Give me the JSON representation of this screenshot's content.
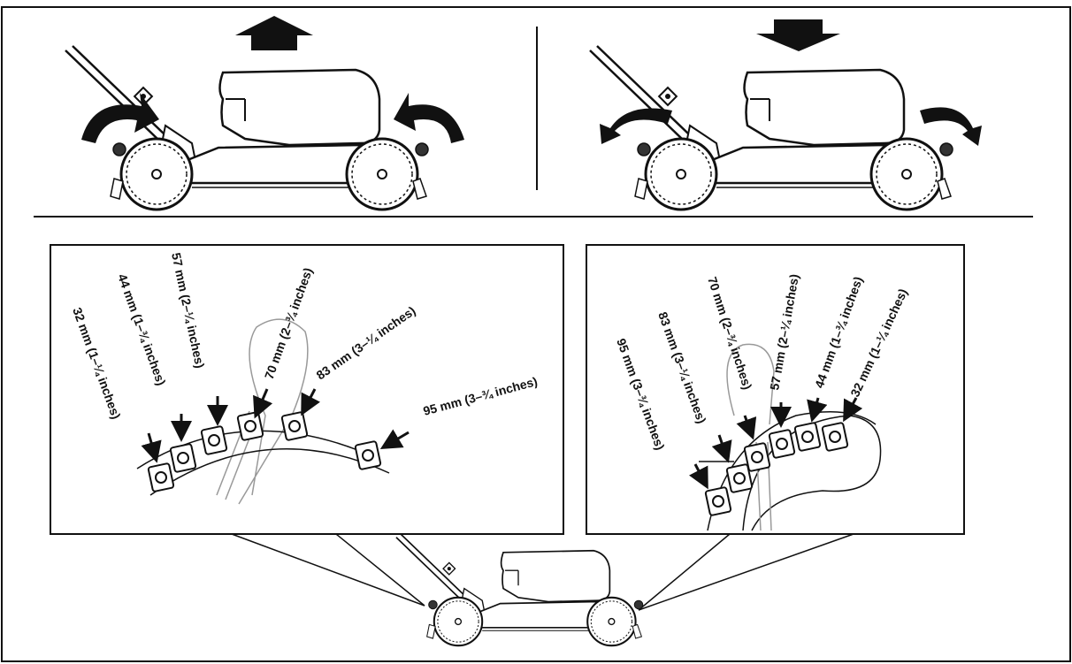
{
  "left_panel": {
    "direction": "raise",
    "arrow_icon": "up-arrow-icon",
    "levels": [
      {
        "label": "32 mm (1–¼ inches)"
      },
      {
        "label": "44 mm (1–¾ inches)"
      },
      {
        "label": "57 mm (2–¼ inches)"
      },
      {
        "label": "70 mm (2–¾ inches)"
      },
      {
        "label": "83 mm (3–¼ inches)"
      },
      {
        "label": "95 mm (3–¾ inches)"
      }
    ]
  },
  "right_panel": {
    "direction": "lower",
    "arrow_icon": "down-arrow-icon",
    "levels": [
      {
        "label": "95 mm (3–¾ inches)"
      },
      {
        "label": "83 mm (3–¼ inches)"
      },
      {
        "label": "70 mm (2–¾ inches)"
      },
      {
        "label": "57 mm (2–¼ inches)"
      },
      {
        "label": "44 mm (1–¾ inches)"
      },
      {
        "label": "32 mm (1–¼ inches)"
      }
    ]
  },
  "colors": {
    "line": "#111111",
    "fill": "#ffffff",
    "light": "#999999"
  }
}
